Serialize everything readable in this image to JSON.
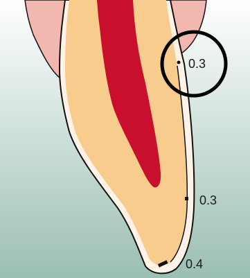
{
  "measurements": [
    {
      "id": "top",
      "label": "0.3"
    },
    {
      "id": "mid",
      "label": "0.3"
    },
    {
      "id": "bottom",
      "label": "0.4"
    }
  ],
  "colors": {
    "background_top": "#ffffff",
    "background_bottom": "#9bbfb3",
    "gingiva": "#f2b8b0",
    "dentin": "#f8cc8c",
    "pulp": "#c8102e",
    "enamel": "#fff3e8",
    "outline": "#111111",
    "highlight_circle": "#000000"
  }
}
